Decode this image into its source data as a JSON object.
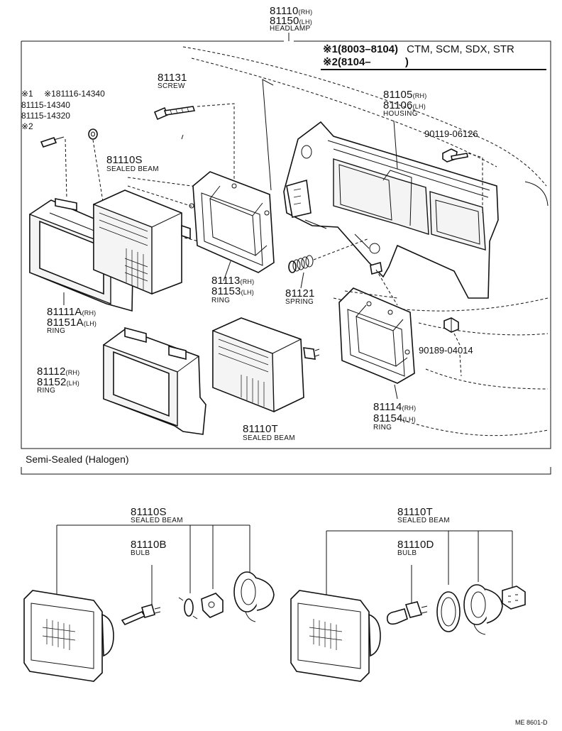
{
  "header": {
    "pn_rh": "81110",
    "pn_rh_suffix": "(RH)",
    "pn_lh": "81150",
    "pn_lh_suffix": "(LH)",
    "name": "HEADLAMP"
  },
  "notes": {
    "n1_mark": "※1",
    "n1_range": "(8003–8104)",
    "n1_models": "CTM, SCM, SDX, STR",
    "n2_mark": "※2",
    "n2_range": "(8104–",
    "n2_close": ")"
  },
  "parts": {
    "screw_set_mark1": "※1",
    "screw_set_note": "※181116-14340",
    "screw_set_a": "81115-14340",
    "screw_set_b": "81115-14320",
    "screw_set_mark2": "※2",
    "screw_pn": "81131",
    "screw_name": "SCREW",
    "beam_s_pn": "81110S",
    "beam_s_name": "SEALED BEAM",
    "housing_pn_rh": "81105",
    "housing_pn_rh_suffix": "(RH)",
    "housing_pn_lh": "81106",
    "housing_pn_lh_suffix": "(LH)",
    "housing_name": "HOUSING",
    "bolt_pn": "90119-06126",
    "ring_a_pn_rh": "81111A",
    "ring_a_rh_suffix": "(RH)",
    "ring_a_pn_lh": "81151A",
    "ring_a_lh_suffix": "(LH)",
    "ring_a_name": "RING",
    "ring_b_pn_rh": "81113",
    "ring_b_rh_suffix": "(RH)",
    "ring_b_pn_lh": "81153",
    "ring_b_lh_suffix": "(LH)",
    "ring_b_name": "RING",
    "spring_pn": "81121",
    "spring_name": "SPRING",
    "nut_pn": "90189-04014",
    "ring_c_pn_rh": "81112",
    "ring_c_rh_suffix": "(RH)",
    "ring_c_pn_lh": "81152",
    "ring_c_lh_suffix": "(LH)",
    "ring_c_name": "RING",
    "beam_t_pn": "81110T",
    "beam_t_name": "SEALED BEAM",
    "ring_d_pn_rh": "81114",
    "ring_d_rh_suffix": "(RH)",
    "ring_d_pn_lh": "81154",
    "ring_d_lh_suffix": "(LH)",
    "ring_d_name": "RING"
  },
  "semi_sealed": {
    "title": "Semi-Sealed (Halogen)",
    "left_beam_pn": "81110S",
    "left_beam_name": "SEALED BEAM",
    "left_bulb_pn": "81110B",
    "left_bulb_name": "BULB",
    "right_beam_pn": "81110T",
    "right_beam_name": "SEALED BEAM",
    "right_bulb_pn": "81110D",
    "right_bulb_name": "BULB"
  },
  "footer": {
    "code": "ME 8601-D"
  }
}
